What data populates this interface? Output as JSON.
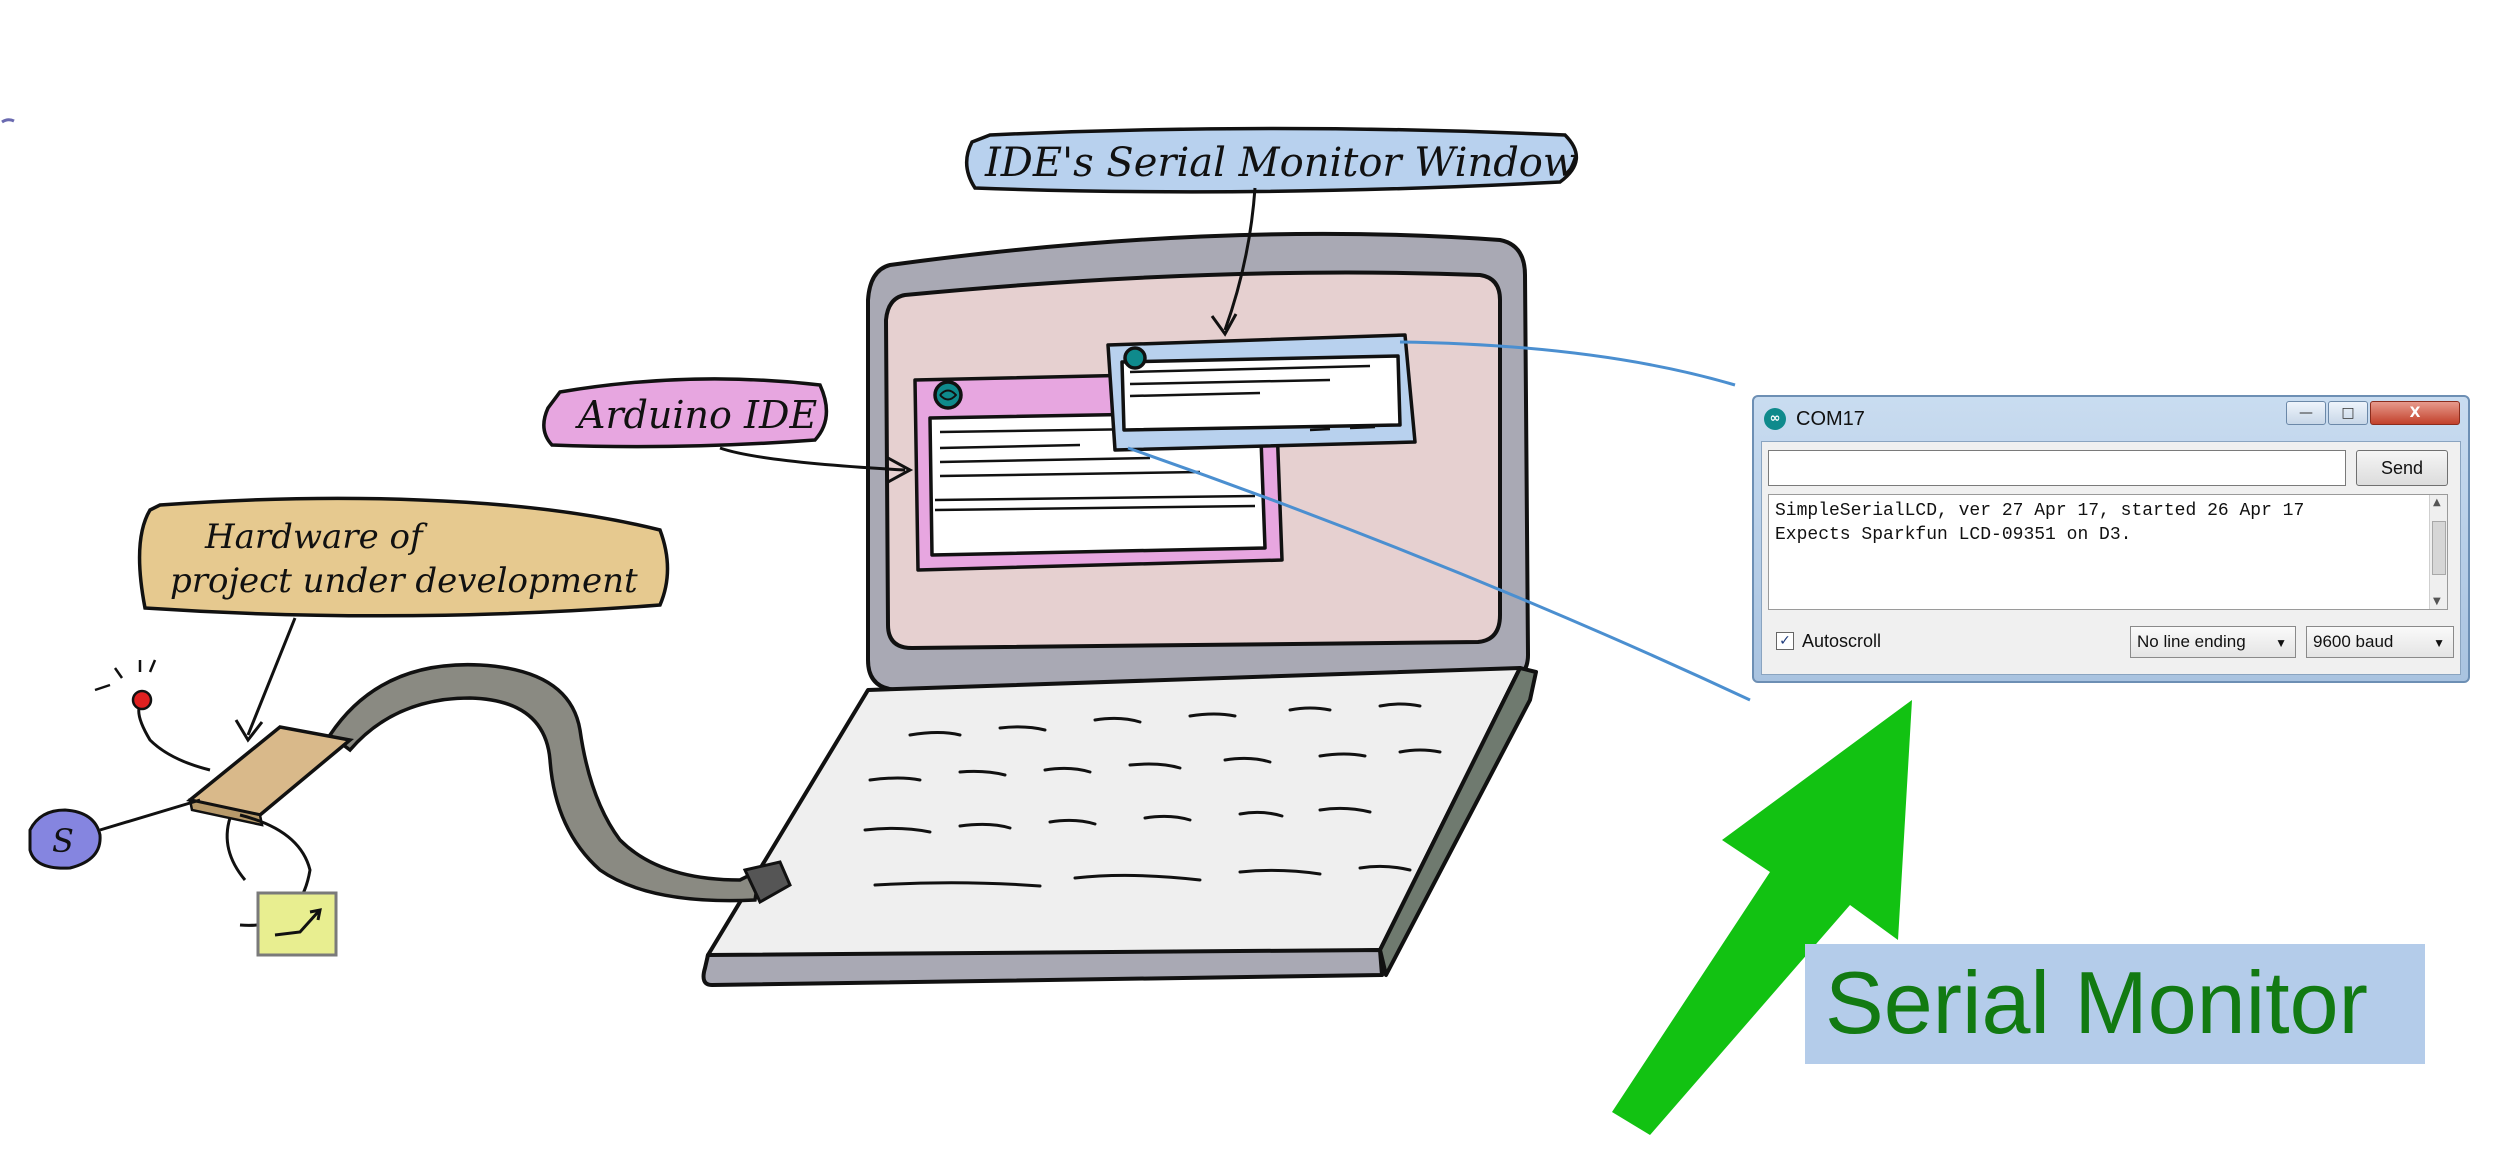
{
  "callouts": {
    "serial_window": "IDE's Serial Monitor Window",
    "arduino_ide": "Arduino IDE",
    "hardware_line1": "Hardware of",
    "hardware_line2": "project under development"
  },
  "device": {
    "pot_label": "S"
  },
  "serial_monitor": {
    "logo": "∞",
    "title": "COM17",
    "window_controls": {
      "minimize": "—",
      "maximize": "□",
      "close": "X"
    },
    "input_value": "",
    "send_label": "Send",
    "output_lines": [
      "SimpleSerialLCD, ver 27 Apr 17, started 26 Apr 17",
      "Expects Sparkfun LCD-09351 on D3."
    ],
    "autoscroll_checked": true,
    "autoscroll_label": "Autoscroll",
    "line_ending": "No line ending",
    "baud": "9600 baud"
  },
  "banner": {
    "text": "Serial Monitor"
  },
  "colors": {
    "serial_callout": "#b8d1ee",
    "arduino_callout": "#e7a6e0",
    "hardware_callout": "#e6c98f",
    "screen": "#e6d0d0",
    "laptop_body": "#a9a9b4",
    "keyboard": "#efefef",
    "arrow": "#12c212",
    "banner_bg": "#b4ccea",
    "banner_text": "#127a12",
    "connector_line": "#4b8fd0"
  }
}
